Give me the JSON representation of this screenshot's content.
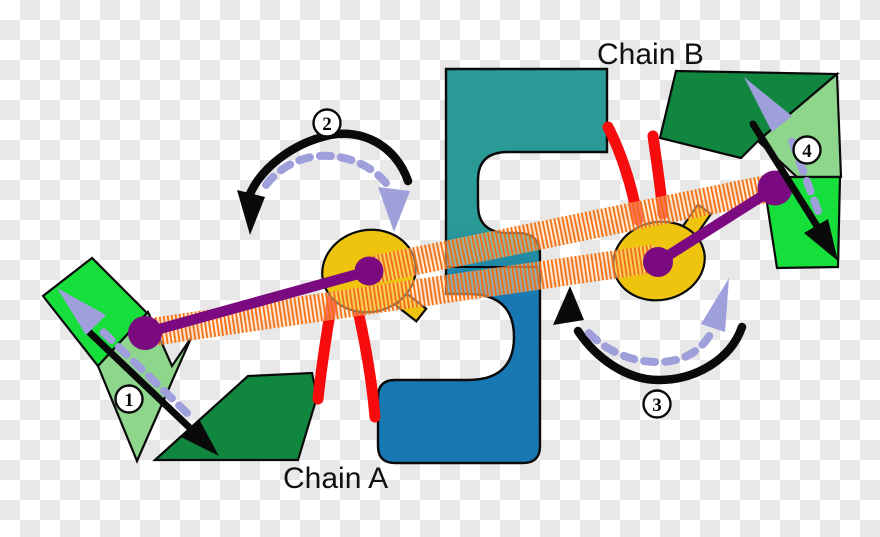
{
  "diagram": {
    "labels": {
      "chain_a": "Chain A",
      "chain_b": "Chain B"
    },
    "steps": {
      "s1": "1",
      "s2": "2",
      "s3": "3",
      "s4": "4"
    },
    "colors": {
      "teal": "#2a9a96",
      "blue": "#1878b4",
      "dark_green": "#11863e",
      "bright_green": "#16df3b",
      "pale_green": "#8ed68b",
      "red": "#f60c0c",
      "purple": "#7b0a80",
      "lavender": "#9f9fdb",
      "gold": "#efc40e",
      "band_stripe": "#f2680a",
      "band_gap": "#ffd9ae",
      "ink": "#0a0a0a",
      "checker": "#e8e8e8"
    }
  }
}
